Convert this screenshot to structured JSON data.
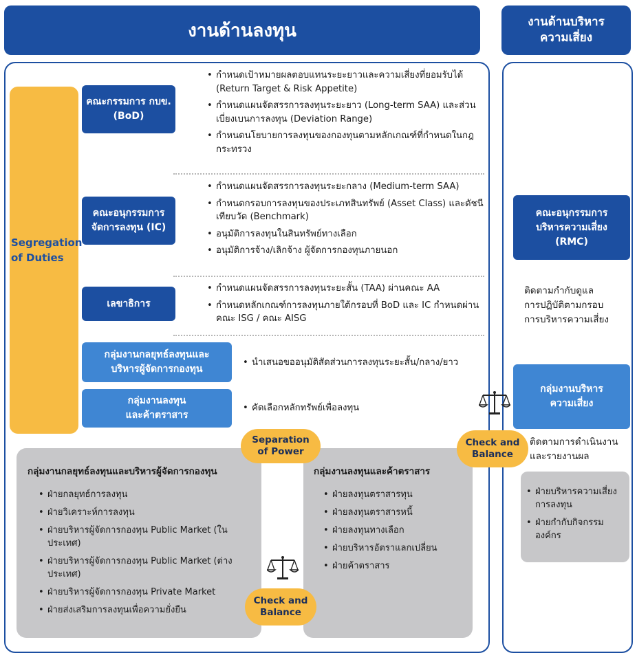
{
  "header": {
    "invest_title": "งานด้านลงทุน",
    "risk_title_line1": "งานด้านบริหาร",
    "risk_title_line2": "ความเสี่ยง"
  },
  "segregation": {
    "line1": "Segregation",
    "line2": "of Duties"
  },
  "bod": {
    "title_line1": "คณะกรรมการ กบข.",
    "title_line2": "(BoD)",
    "items": [
      "กำหนดเป้าหมายผลตอบแทนระยะยาวและความเสี่ยงที่ยอมรับได้ (Return Target & Risk Appetite)",
      "กำหนดแผนจัดสรรการลงทุนระยะยาว (Long-term SAA) และส่วนเบี่ยงเบนการลงทุน (Deviation Range)",
      "กำหนดนโยบายการลงทุนของกองทุนตามหลักเกณฑ์ที่กำหนดในกฎกระทรวง"
    ]
  },
  "ic": {
    "title_line1": "คณะอนุกรรมการ",
    "title_line2": "จัดการลงทุน (IC)",
    "items": [
      "กำหนดแผนจัดสรรการลงทุนระยะกลาง (Medium-term SAA)",
      "กำหนดกรอบการลงทุนของประเภทสินทรัพย์ (Asset Class) และดัชนีเทียบวัด (Benchmark)",
      "อนุมัติการลงทุนในสินทรัพย์ทางเลือก",
      "อนุมัติการจ้าง/เลิกจ้าง ผู้จัดการกองทุนภายนอก"
    ]
  },
  "secretary": {
    "title": "เลขาธิการ",
    "items": [
      "กำหนดแผนจัดสรรการลงทุนระยะสั้น (TAA) ผ่านคณะ AA",
      "กำหนดหลักเกณฑ์การลงทุนภายใต้กรอบที่ BoD และ IC กำหนดผ่านคณะ ISG / คณะ AISG"
    ]
  },
  "strategy_group": {
    "title_line1": "กลุ่มงานกลยุทธ์ลงทุนและ",
    "title_line2": "บริหารผู้จัดการกองทุน",
    "item": "นำเสนอขออนุมัติสัดส่วนการลงทุนระยะสั้น/กลาง/ยาว"
  },
  "trading_group": {
    "title_line1": "กลุ่มงานลงทุน",
    "title_line2": "และค้าตราสาร",
    "item": "คัดเลือกหลักทรัพย์เพื่อลงทุน"
  },
  "separation": {
    "line1": "Separation",
    "line2": "of Power"
  },
  "check_balance_1": {
    "line1": "Check and",
    "line2": "Balance"
  },
  "check_balance_2": {
    "line1": "Check and",
    "line2": "Balance"
  },
  "left_grey": {
    "title": "กลุ่มงานกลยุทธ์ลงทุนและบริหารผู้จัดการกองทุน",
    "items": [
      "ฝ่ายกลยุทธ์การลงทุน",
      "ฝ่ายวิเคราะห์การลงทุน",
      "ฝ่ายบริหารผู้จัดการกองทุน Public Market (ในประเทศ)",
      "ฝ่ายบริหารผู้จัดการกองทุน Public Market (ต่างประเทศ)",
      "ฝ่ายบริหารผู้จัดการกองทุน Private Market",
      "ฝ่ายส่งเสริมการลงทุนเพื่อความยั่งยืน"
    ]
  },
  "mid_grey": {
    "title": "กลุ่มงานลงทุนและค้าตราสาร",
    "items": [
      "ฝ่ายลงทุนตราสารทุน",
      "ฝ่ายลงทุนตราสารหนี้",
      "ฝ่ายลงทุนทางเลือก",
      "ฝ่ายบริหารอัตราแลกเปลี่ยน",
      "ฝ่ายค้าตราสาร"
    ]
  },
  "rmc": {
    "title_line1": "คณะอนุกรรมการ",
    "title_line2": "บริหารความเสี่ยง",
    "title_line3": "(RMC)",
    "desc_line1": "ติดตามกำกับดูแล",
    "desc_line2": "การปฏิบัติตามกรอบ",
    "desc_line3": "การบริหารความเสี่ยง"
  },
  "risk_group": {
    "title_line1": "กลุ่มงานบริหาร",
    "title_line2": "ความเสี่ยง",
    "desc_line1": "ติดตามการดำเนินงาน",
    "desc_line2": "และรายงานผล"
  },
  "risk_grey": {
    "items": [
      "ฝ่ายบริหารความเสี่ยงการลงทุน",
      "ฝ่ายกำกับกิจกรรมองค์กร"
    ]
  },
  "colors": {
    "navy": "#1c4fa1",
    "blue": "#3f86d3",
    "yellow": "#f7bb43",
    "grey": "#c7c7c9"
  }
}
